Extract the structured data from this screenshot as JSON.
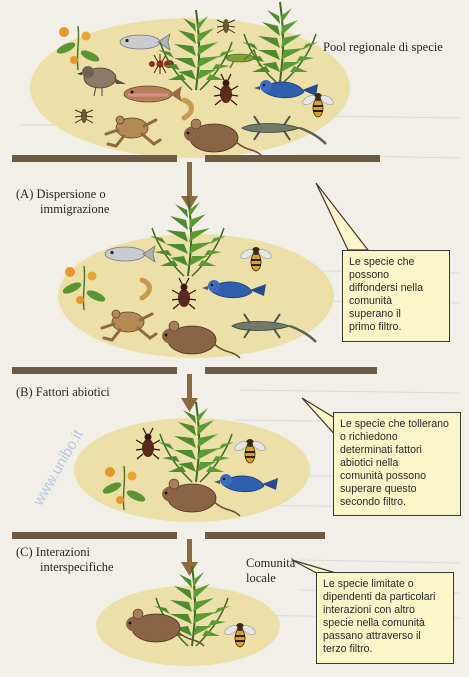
{
  "pool_label": "Pool regionale di specie",
  "stages": [
    {
      "label_line1": "(A)  Dispersione o",
      "label_line2": "immigrazione",
      "callout": [
        "Le specie che",
        "possono",
        "diffondersi nella",
        "comunità",
        "superano il",
        "primo filtro."
      ]
    },
    {
      "label_line1": "(B)  Fattori abiotici",
      "label_line2": "",
      "callout": [
        "Le specie che tollerano",
        "o richiedono",
        "determinati fattori",
        "abiotici nella",
        "comunità possono",
        "superare questo",
        "secondo filtro."
      ]
    },
    {
      "label_line1": "(C)  Interazioni",
      "label_line2": "interspecifiche",
      "callout": [
        "Le specie limitate o",
        "dipendenti da particolari",
        "interazioni con altro",
        "specie nella comunità",
        "passano attraverso il",
        "terzo filtro."
      ]
    }
  ],
  "community_label_line1": "Comunità",
  "community_label_line2": "locale",
  "watermark": "www.unibo.it",
  "colors": {
    "background": "#f1efe8",
    "ellipse": "#ece0a8",
    "filter_bar": "#6f5a44",
    "callout_bg": "#fbf6c9",
    "arrow": "#8a6a3e"
  },
  "icons": [
    "fern-icon",
    "fish-icon",
    "frog-icon",
    "mouse-icon",
    "lizard-icon",
    "beetle-icon",
    "bird-icon",
    "bee-icon",
    "flower-icon",
    "grasshopper-icon",
    "ant-icon"
  ]
}
